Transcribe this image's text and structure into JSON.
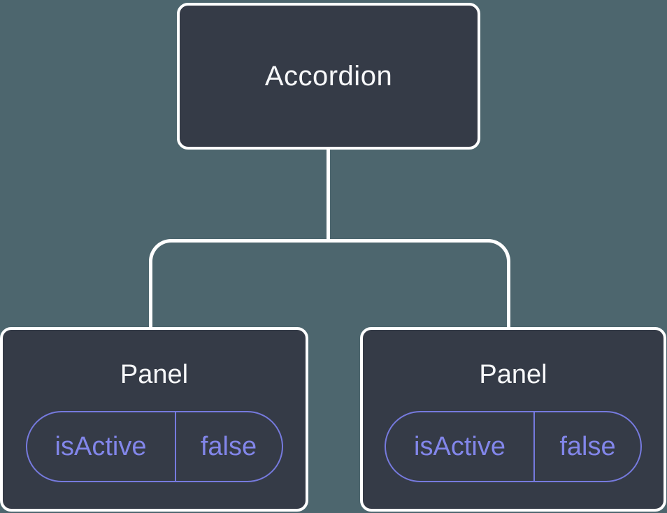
{
  "diagram": {
    "type": "component-tree",
    "colors": {
      "background": "#4d666e",
      "node_background": "#353b47",
      "node_border": "#ffffff",
      "connector": "#ffffff",
      "accent_purple": "#8286ea"
    },
    "root": {
      "label": "Accordion"
    },
    "panels": [
      {
        "label": "Panel",
        "prop": {
          "name": "isActive",
          "value": "false"
        }
      },
      {
        "label": "Panel",
        "prop": {
          "name": "isActive",
          "value": "false"
        }
      }
    ]
  }
}
